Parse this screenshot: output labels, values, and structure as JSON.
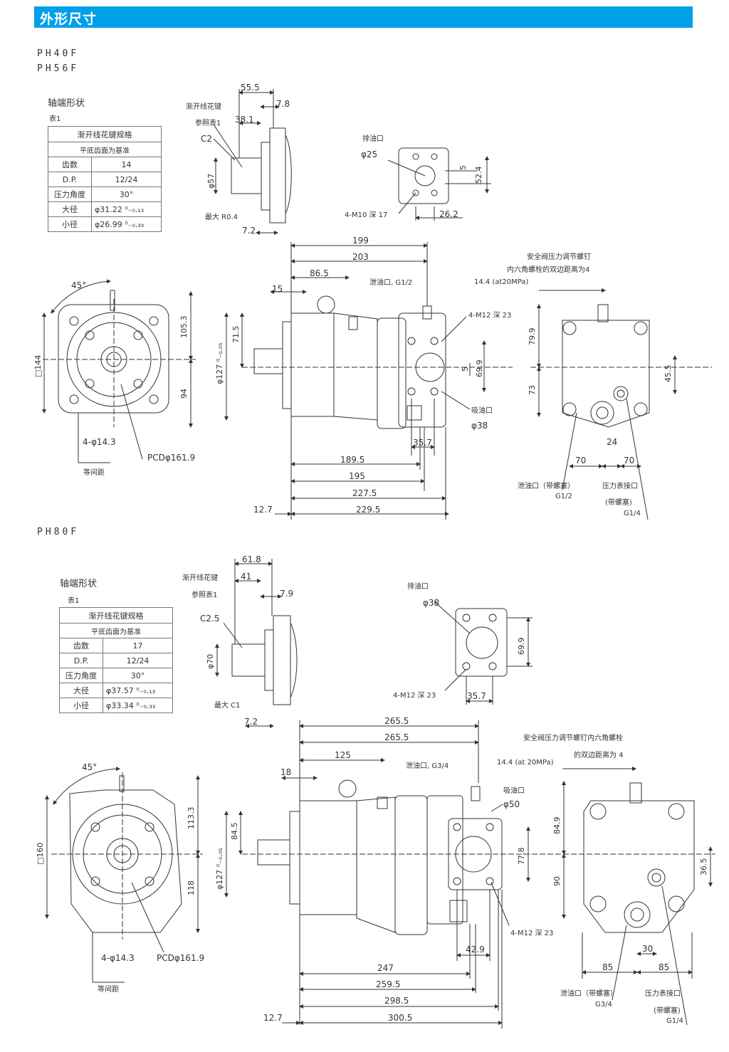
{
  "header": {
    "title": "外形尺寸"
  },
  "section1": {
    "models": [
      "PH40F",
      "PH56F"
    ],
    "shaft_title": "轴端形状",
    "table_caption": "表1",
    "table": {
      "header": "渐开线花键规格",
      "subheader": "平底齿面为基准",
      "rows": [
        {
          "k": "齿数",
          "v": "14"
        },
        {
          "k": "D.P.",
          "v": "12/24"
        },
        {
          "k": "压力角度",
          "v": "30°"
        },
        {
          "k": "大径",
          "v": "φ31.22 ⁰₋₀.₁₃"
        },
        {
          "k": "小径",
          "v": "φ26.99 ⁰₋₀.₃₃"
        }
      ]
    },
    "labels": {
      "spline": "渐开线花键",
      "ref": "参照表1",
      "c2": "C2",
      "d57": "φ57",
      "maxr": "最大 R0.4",
      "drain": "排油口",
      "d25": "φ25",
      "m10": "4-M10 深 17",
      "leak": "泄油口, G1/2",
      "m12": "4-M12 深 23",
      "suction": "吸油口",
      "d38": "φ38",
      "safety1": "安全阀压力调节螺钉",
      "safety2": "内六角螺栓的双边距离为4",
      "at20": "14.4 (at20MPa)",
      "drainport": "泄油口（带螺塞）",
      "g12": "G1/2",
      "gauge": "压力表接口",
      "plug": "(带螺塞)",
      "g14": "G1/4",
      "pitch": "等间距",
      "holes": "4-φ14.3",
      "pcd": "PCDφ161.9",
      "sq": "□144",
      "d127": "φ127 ⁰₋₀.₀₅",
      "deg45": "45°"
    },
    "dims": [
      "55.5",
      "7.8",
      "38.1",
      "7.2",
      "5",
      "52.4",
      "26.2",
      "199",
      "203",
      "86.5",
      "15",
      "71.5",
      "69.9",
      "5",
      "35.7",
      "189.5",
      "195",
      "227.5",
      "229.5",
      "12.7",
      "105.3",
      "94",
      "79.9",
      "73",
      "45.5",
      "70",
      "24",
      "70"
    ]
  },
  "section2": {
    "model": "PH80F",
    "shaft_title": "轴端形状",
    "table_caption": "表1",
    "table": {
      "header": "渐开线花键规格",
      "subheader": "平底齿面为基准",
      "rows": [
        {
          "k": "齿数",
          "v": "17"
        },
        {
          "k": "D.P.",
          "v": "12/24"
        },
        {
          "k": "压力角度",
          "v": "30°"
        },
        {
          "k": "大径",
          "v": "φ37.57 ⁰₋₀.₁₃"
        },
        {
          "k": "小径",
          "v": "φ33.34 ⁰₋₀.₃₃"
        }
      ]
    },
    "labels": {
      "spline": "渐开线花键",
      "ref": "参照表1",
      "c25": "C2.5",
      "d70": "φ70",
      "maxc": "最大 C1",
      "drain": "排油口",
      "d38": "φ38",
      "m12a": "4-M12 深 23",
      "leak": "泄油口, G3/4",
      "suction": "吸油口",
      "d50": "φ50",
      "m12b": "4-M12 深 23",
      "safety1": "安全阀压力调节螺钉内六角螺栓",
      "safety2": "的双边距离为 4",
      "at20": "14.4 (at 20MPa)",
      "drainport": "泄油口（带螺塞）",
      "g34": "G3/4",
      "gauge": "压力表接口",
      "plug": "(带螺塞)",
      "g14": "G1/4",
      "pitch": "等间距",
      "holes": "4-φ14.3",
      "pcd": "PCDφ161.9",
      "sq": "□160",
      "d127": "φ127 ⁰₋₀.₀₅",
      "deg45": "45°"
    },
    "dims": [
      "61.8",
      "41",
      "7.9",
      "7.2",
      "69.9",
      "35.7",
      "265.5",
      "265.5",
      "125",
      "18",
      "84.5",
      "77.8",
      "42.9",
      "247",
      "259.5",
      "298.5",
      "300.5",
      "12.7",
      "113.3",
      "118",
      "84.9",
      "90",
      "36.5",
      "30",
      "85",
      "85"
    ]
  }
}
